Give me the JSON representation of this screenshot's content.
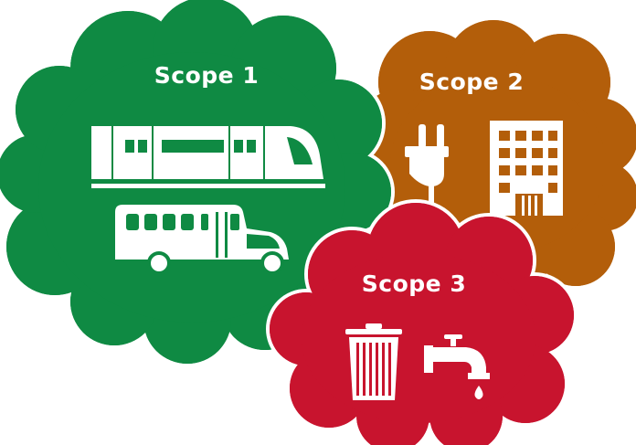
{
  "colors": {
    "scope1": "#0f8a43",
    "scope2": "#b35e0a",
    "scope3": "#c8142e",
    "outline": "#ffffff",
    "icon": "#ffffff"
  },
  "scopes": {
    "scope1": {
      "label": "Scope 1",
      "icons": [
        "light-rail-train-icon",
        "shuttle-bus-icon"
      ]
    },
    "scope2": {
      "label": "Scope 2",
      "icons": [
        "electric-plug-icon",
        "building-icon"
      ]
    },
    "scope3": {
      "label": "Scope 3",
      "icons": [
        "trash-can-icon",
        "water-faucet-icon"
      ]
    }
  }
}
